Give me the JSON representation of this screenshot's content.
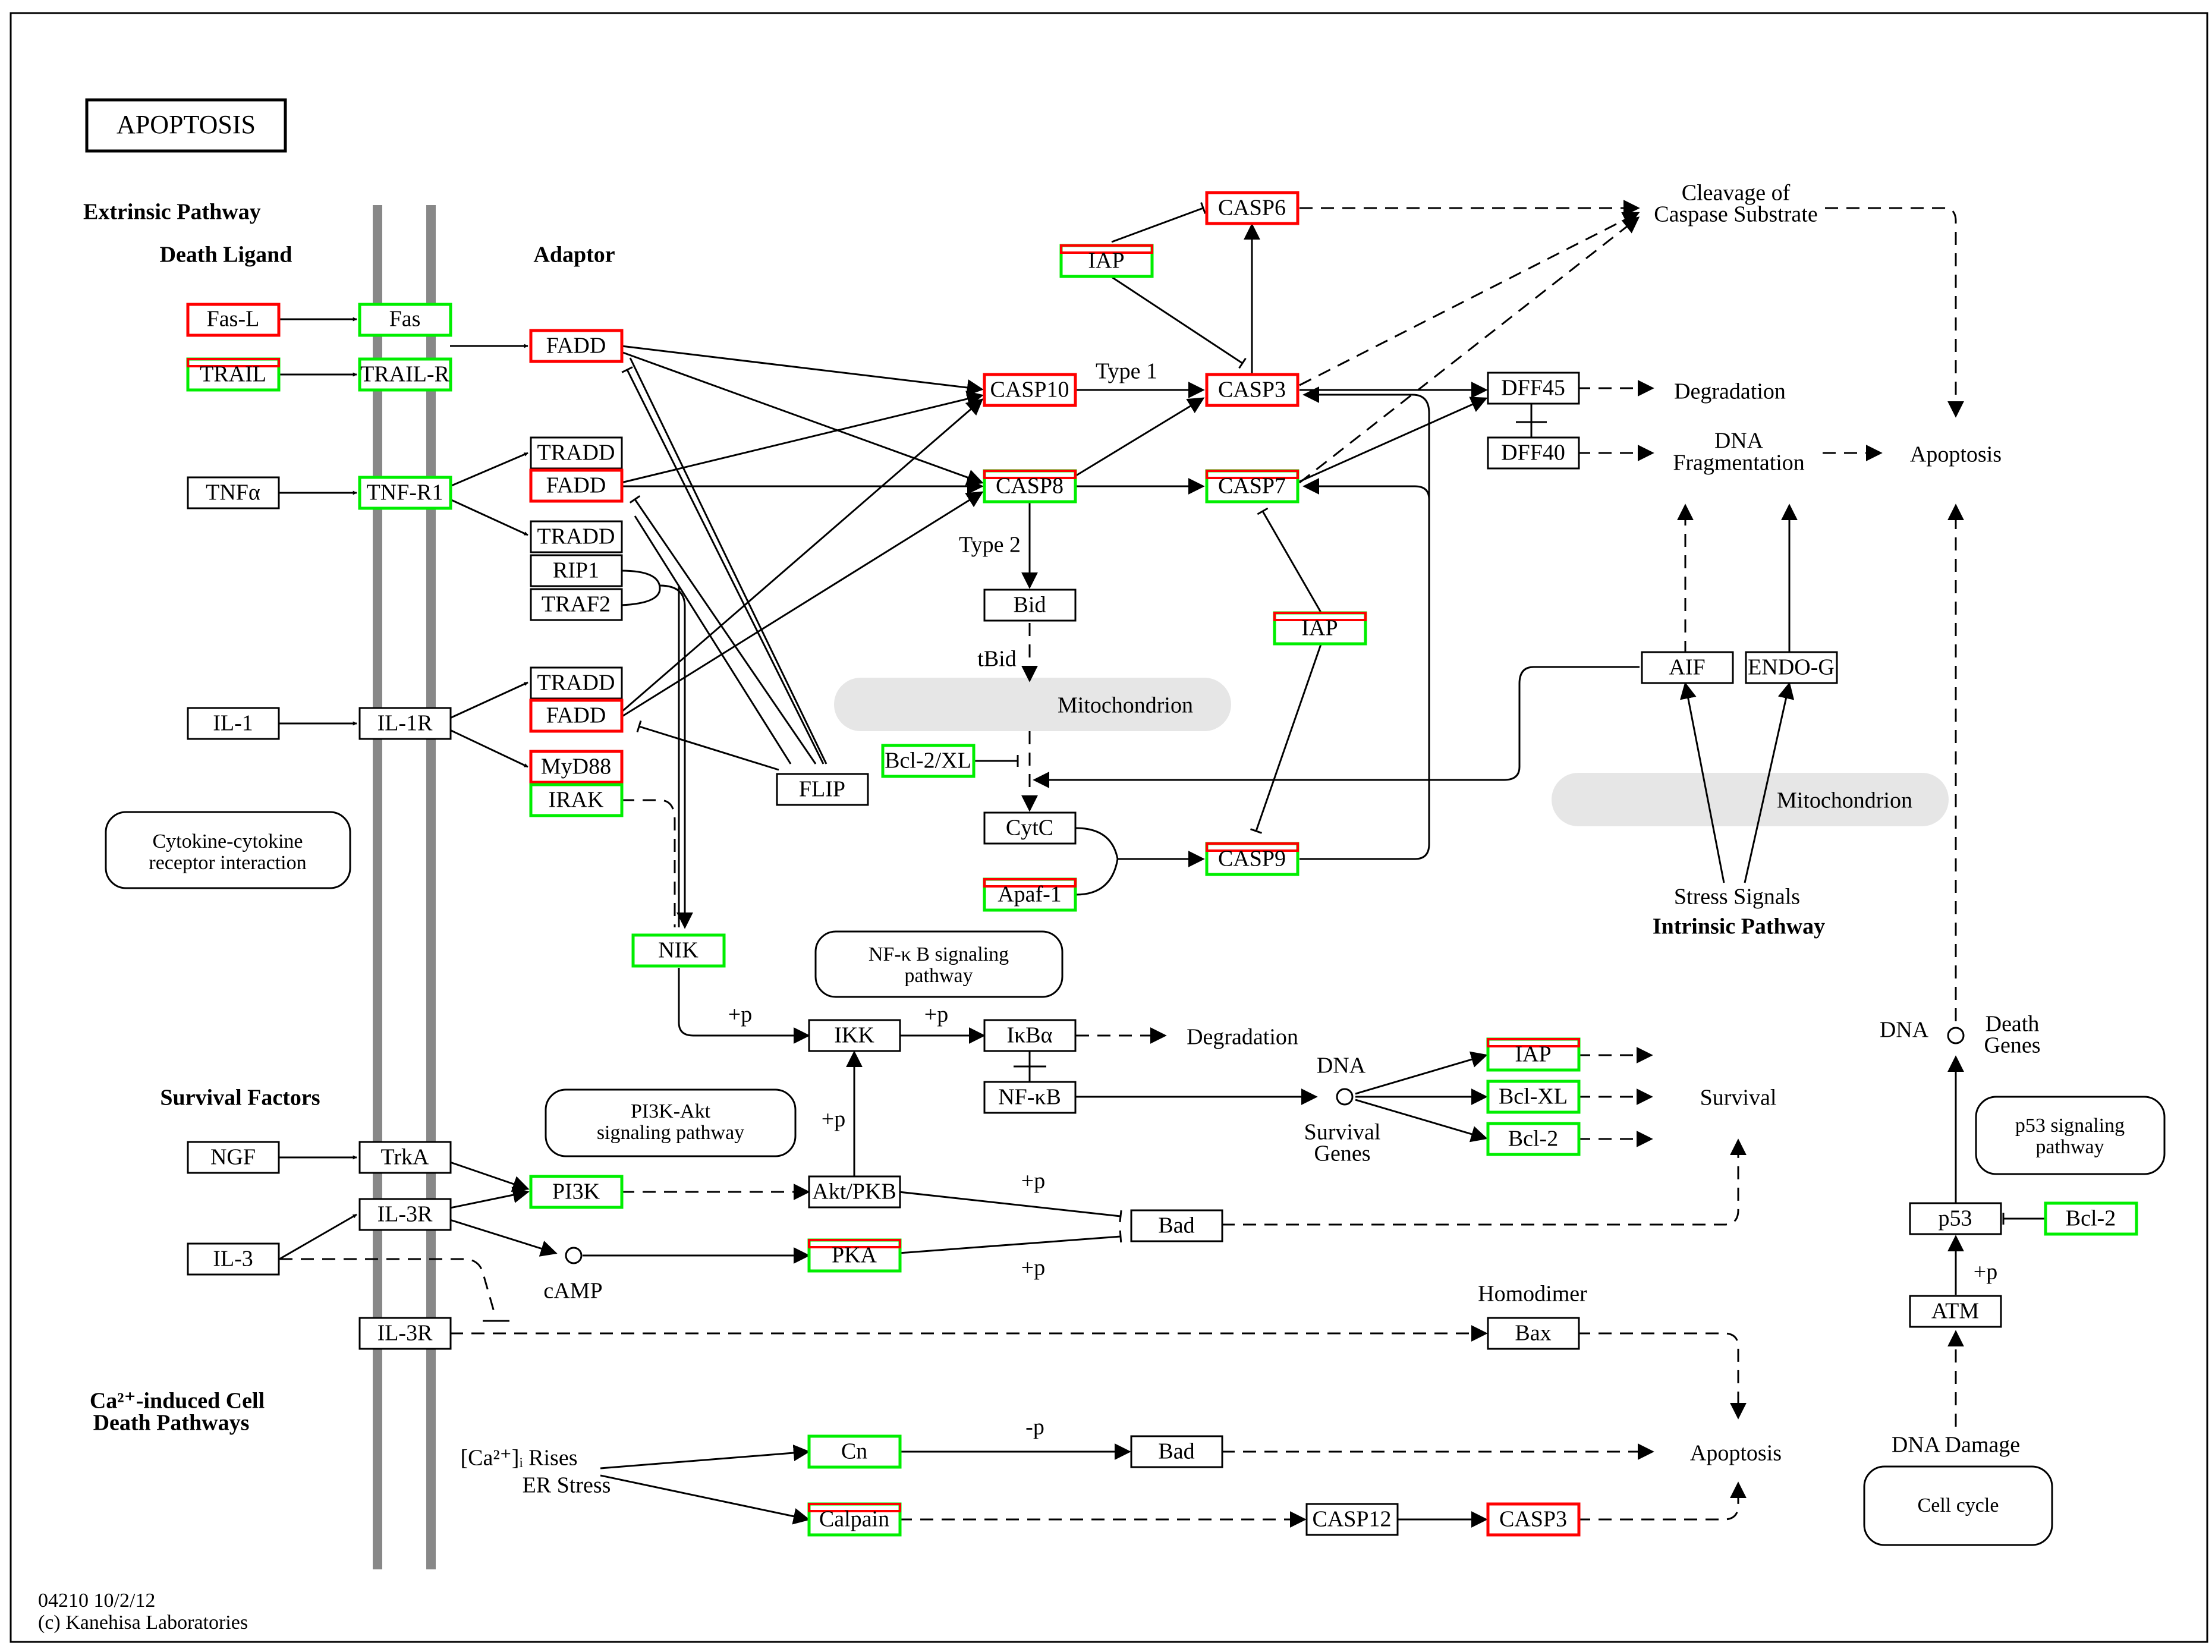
{
  "title": "APOPTOSIS",
  "footer": {
    "map_id": "04210 10/2/12",
    "copyright": "(c) Kanehisa Laboratories"
  },
  "legend_colors": {
    "red_outline": "#ff0000",
    "green_outline": "#00ee00",
    "membrane": "#888888",
    "compartment": "#e6e6e6"
  },
  "section_labels": {
    "extrinsic": "Extrinsic Pathway",
    "death_ligand": "Death Ligand",
    "adaptor": "Adaptor",
    "survival_factors": "Survival Factors",
    "ca_line1": "Ca²⁺-induced Cell",
    "ca_line2": "Death Pathways",
    "intrinsic": "Intrinsic Pathway"
  },
  "nodes": {
    "fasl": "Fas-L",
    "fas": "Fas",
    "trail": "TRAIL",
    "trailr": "TRAIL-R",
    "tnfa": "TNFα",
    "tnfr1": "TNF-R1",
    "il1": "IL-1",
    "il1r": "IL-1R",
    "ngf": "NGF",
    "trka": "TrkA",
    "il3": "IL-3",
    "il3r_a": "IL-3R",
    "il3r_b": "IL-3R",
    "fadd1": "FADD",
    "tradd1": "TRADD",
    "fadd2": "FADD",
    "tradd2": "TRADD",
    "rip1": "RIP1",
    "traf2": "TRAF2",
    "tradd3": "TRADD",
    "fadd3": "FADD",
    "myd88": "MyD88",
    "irak": "IRAK",
    "flip": "FLIP",
    "nik": "NIK",
    "casp10": "CASP10",
    "casp8": "CASP8",
    "casp6": "CASP6",
    "iap1": "IAP",
    "casp3": "CASP3",
    "casp7": "CASP7",
    "iap2": "IAP",
    "bid": "Bid",
    "bcl2xl": "Bcl-2/XL",
    "cytc": "CytC",
    "apaf1": "Apaf-1",
    "casp9": "CASP9",
    "dff45": "DFF45",
    "dff40": "DFF40",
    "aif": "AIF",
    "endog": "ENDO-G",
    "ikk": "IKK",
    "ikba": "IκBα",
    "nfkb": "NF-κB",
    "iap3": "IAP",
    "bclxl": "Bcl-XL",
    "bcl2a": "Bcl-2",
    "pi3k": "PI3K",
    "aktpkb": "Akt/PKB",
    "pka": "PKA",
    "bad1": "Bad",
    "bax": "Bax",
    "cn": "Cn",
    "bad2": "Bad",
    "calpain": "Calpain",
    "casp12": "CASP12",
    "casp3b": "CASP3",
    "p53": "p53",
    "atm": "ATM",
    "bcl2b": "Bcl-2"
  },
  "maps": {
    "cytokine_1": "Cytokine-cytokine",
    "cytokine_2": "receptor interaction",
    "nfkb_1": "NF-κ B signaling",
    "nfkb_2": "pathway",
    "pi3k_1": "PI3K-Akt",
    "pi3k_2": "signaling pathway",
    "p53_1": "p53 signaling",
    "p53_2": "pathway",
    "cellcycle": "Cell cycle"
  },
  "compartments": {
    "mito1": "Mitochondrion",
    "mito2": "Mitochondrion"
  },
  "labels": {
    "cleavage_1": "Cleavage of",
    "cleavage_2": "Caspase Substrate",
    "degradation1": "Degradation",
    "dna_frag_1": "DNA",
    "dna_frag_2": "Fragmentation",
    "apoptosis1": "Apoptosis",
    "type1": "Type 1",
    "type2": "Type 2",
    "tbid": "tBid",
    "stress": "Stress Signals",
    "degradation2": "Degradation",
    "dna1": "DNA",
    "surv_genes_1": "Survival",
    "surv_genes_2": "Genes",
    "survival": "Survival",
    "dna2": "DNA",
    "death_genes_1": "Death",
    "death_genes_2": "Genes",
    "camp": "cAMP",
    "homodimer": "Homodimer",
    "apoptosis2": "Apoptosis",
    "ca_rises": "[Ca²⁺]ᵢ Rises",
    "er_stress": "ER Stress",
    "dna_damage": "DNA Damage",
    "p_ikk1": "+p",
    "p_ikk2": "+p",
    "p_akt": "+p",
    "p_bad1": "+p",
    "p_bad2": "+p",
    "p_atm": "+p",
    "m_p": "-p"
  }
}
